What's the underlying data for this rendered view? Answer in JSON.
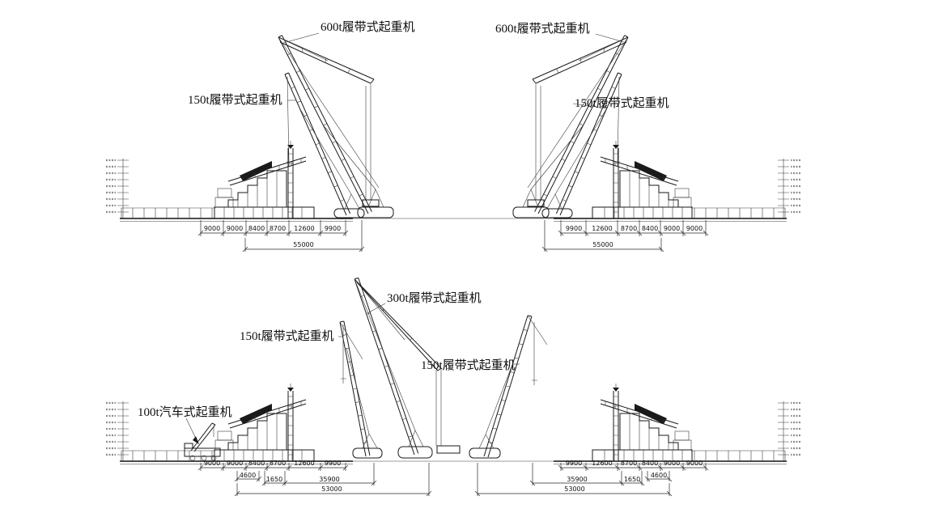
{
  "upper_view": {
    "labels": {
      "crane_600t_left": "600t履带式起重机",
      "crane_600t_right": "600t履带式起重机",
      "crane_150t_left": "150t履带式起重机",
      "crane_150t_right": "150t履带式起重机"
    },
    "dims_left": [
      "9000",
      "9000",
      "8400",
      "8700",
      "12600",
      "9900"
    ],
    "dims_right": [
      "9900",
      "12600",
      "8700",
      "8400",
      "9000",
      "9000"
    ],
    "total_left": "55000",
    "total_right": "55000"
  },
  "lower_view": {
    "labels": {
      "crane_300t": "300t履带式起重机",
      "crane_150t_left": "150t履带式起重机",
      "crane_150t_right": "150t履带式起重机",
      "crane_100t": "100t汽车式起重机"
    },
    "dims_left": [
      "9000",
      "9000",
      "8400",
      "8700",
      "12600",
      "9900"
    ],
    "dims_right": [
      "9900",
      "12600",
      "8700",
      "8400",
      "9000",
      "9000"
    ],
    "sub_dims_left": [
      "4600",
      "1650",
      "35900"
    ],
    "sub_dims_right": [
      "35900",
      "1650",
      "4600"
    ],
    "total_left": "53000",
    "total_right": "53000"
  }
}
